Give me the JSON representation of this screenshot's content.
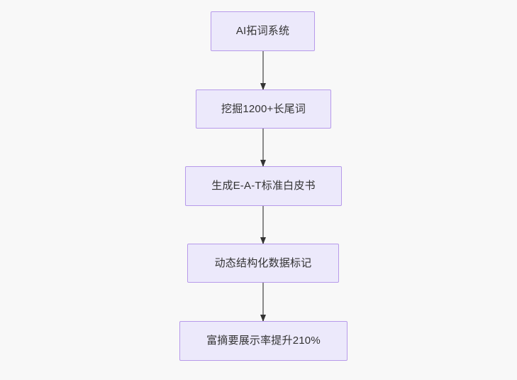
{
  "diagram": {
    "type": "flowchart",
    "orientation": "top-to-bottom",
    "background_color": "#f8f8f8",
    "node_fill_color": "#ece9fb",
    "node_border_color": "#b79aea",
    "node_text_color": "#333333",
    "edge_color": "#8a8a8a",
    "arrowhead_color": "#333333",
    "nodes": [
      {
        "id": "n1",
        "label": "AI拓词系统"
      },
      {
        "id": "n2",
        "label": "挖掘1200+长尾词"
      },
      {
        "id": "n3",
        "label": "生成E-A-T标准白皮书"
      },
      {
        "id": "n4",
        "label": "动态结构化数据标记"
      },
      {
        "id": "n5",
        "label": "富摘要展示率提升210%"
      }
    ],
    "edges": [
      {
        "from": "n1",
        "to": "n2",
        "label": ""
      },
      {
        "from": "n2",
        "to": "n3",
        "label": ""
      },
      {
        "from": "n3",
        "to": "n4",
        "label": ""
      },
      {
        "from": "n4",
        "to": "n5",
        "label": ""
      }
    ]
  }
}
